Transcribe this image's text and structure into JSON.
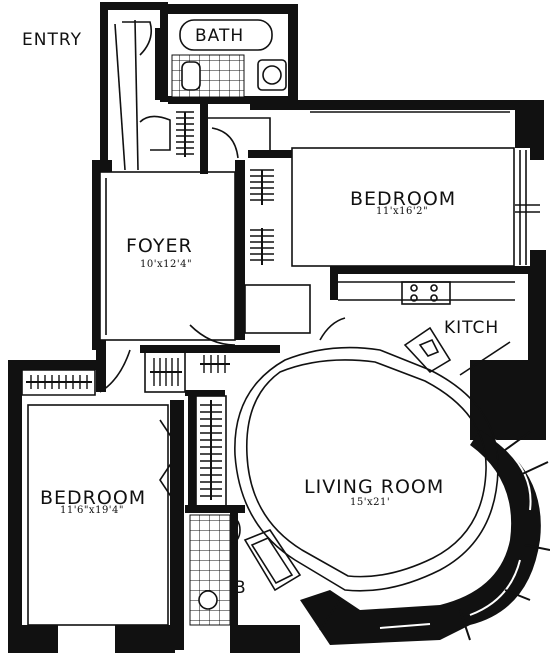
{
  "rooms": {
    "entry": "ENTRY",
    "bath": "BATH",
    "bedroom1": {
      "name": "BEDROOM",
      "size": "11'x16'2\""
    },
    "foyer": {
      "name": "FOYER",
      "size": "10'x12'4\""
    },
    "kitchen": "KITCH",
    "bedroom2": {
      "name": "BEDROOM",
      "size": "11'6\"x19'4\""
    },
    "living": {
      "name": "LIVING ROOM",
      "size": "15'x21'"
    },
    "bath2": "B"
  },
  "colors": {
    "ink": "#111111",
    "paper": "#ffffff"
  }
}
